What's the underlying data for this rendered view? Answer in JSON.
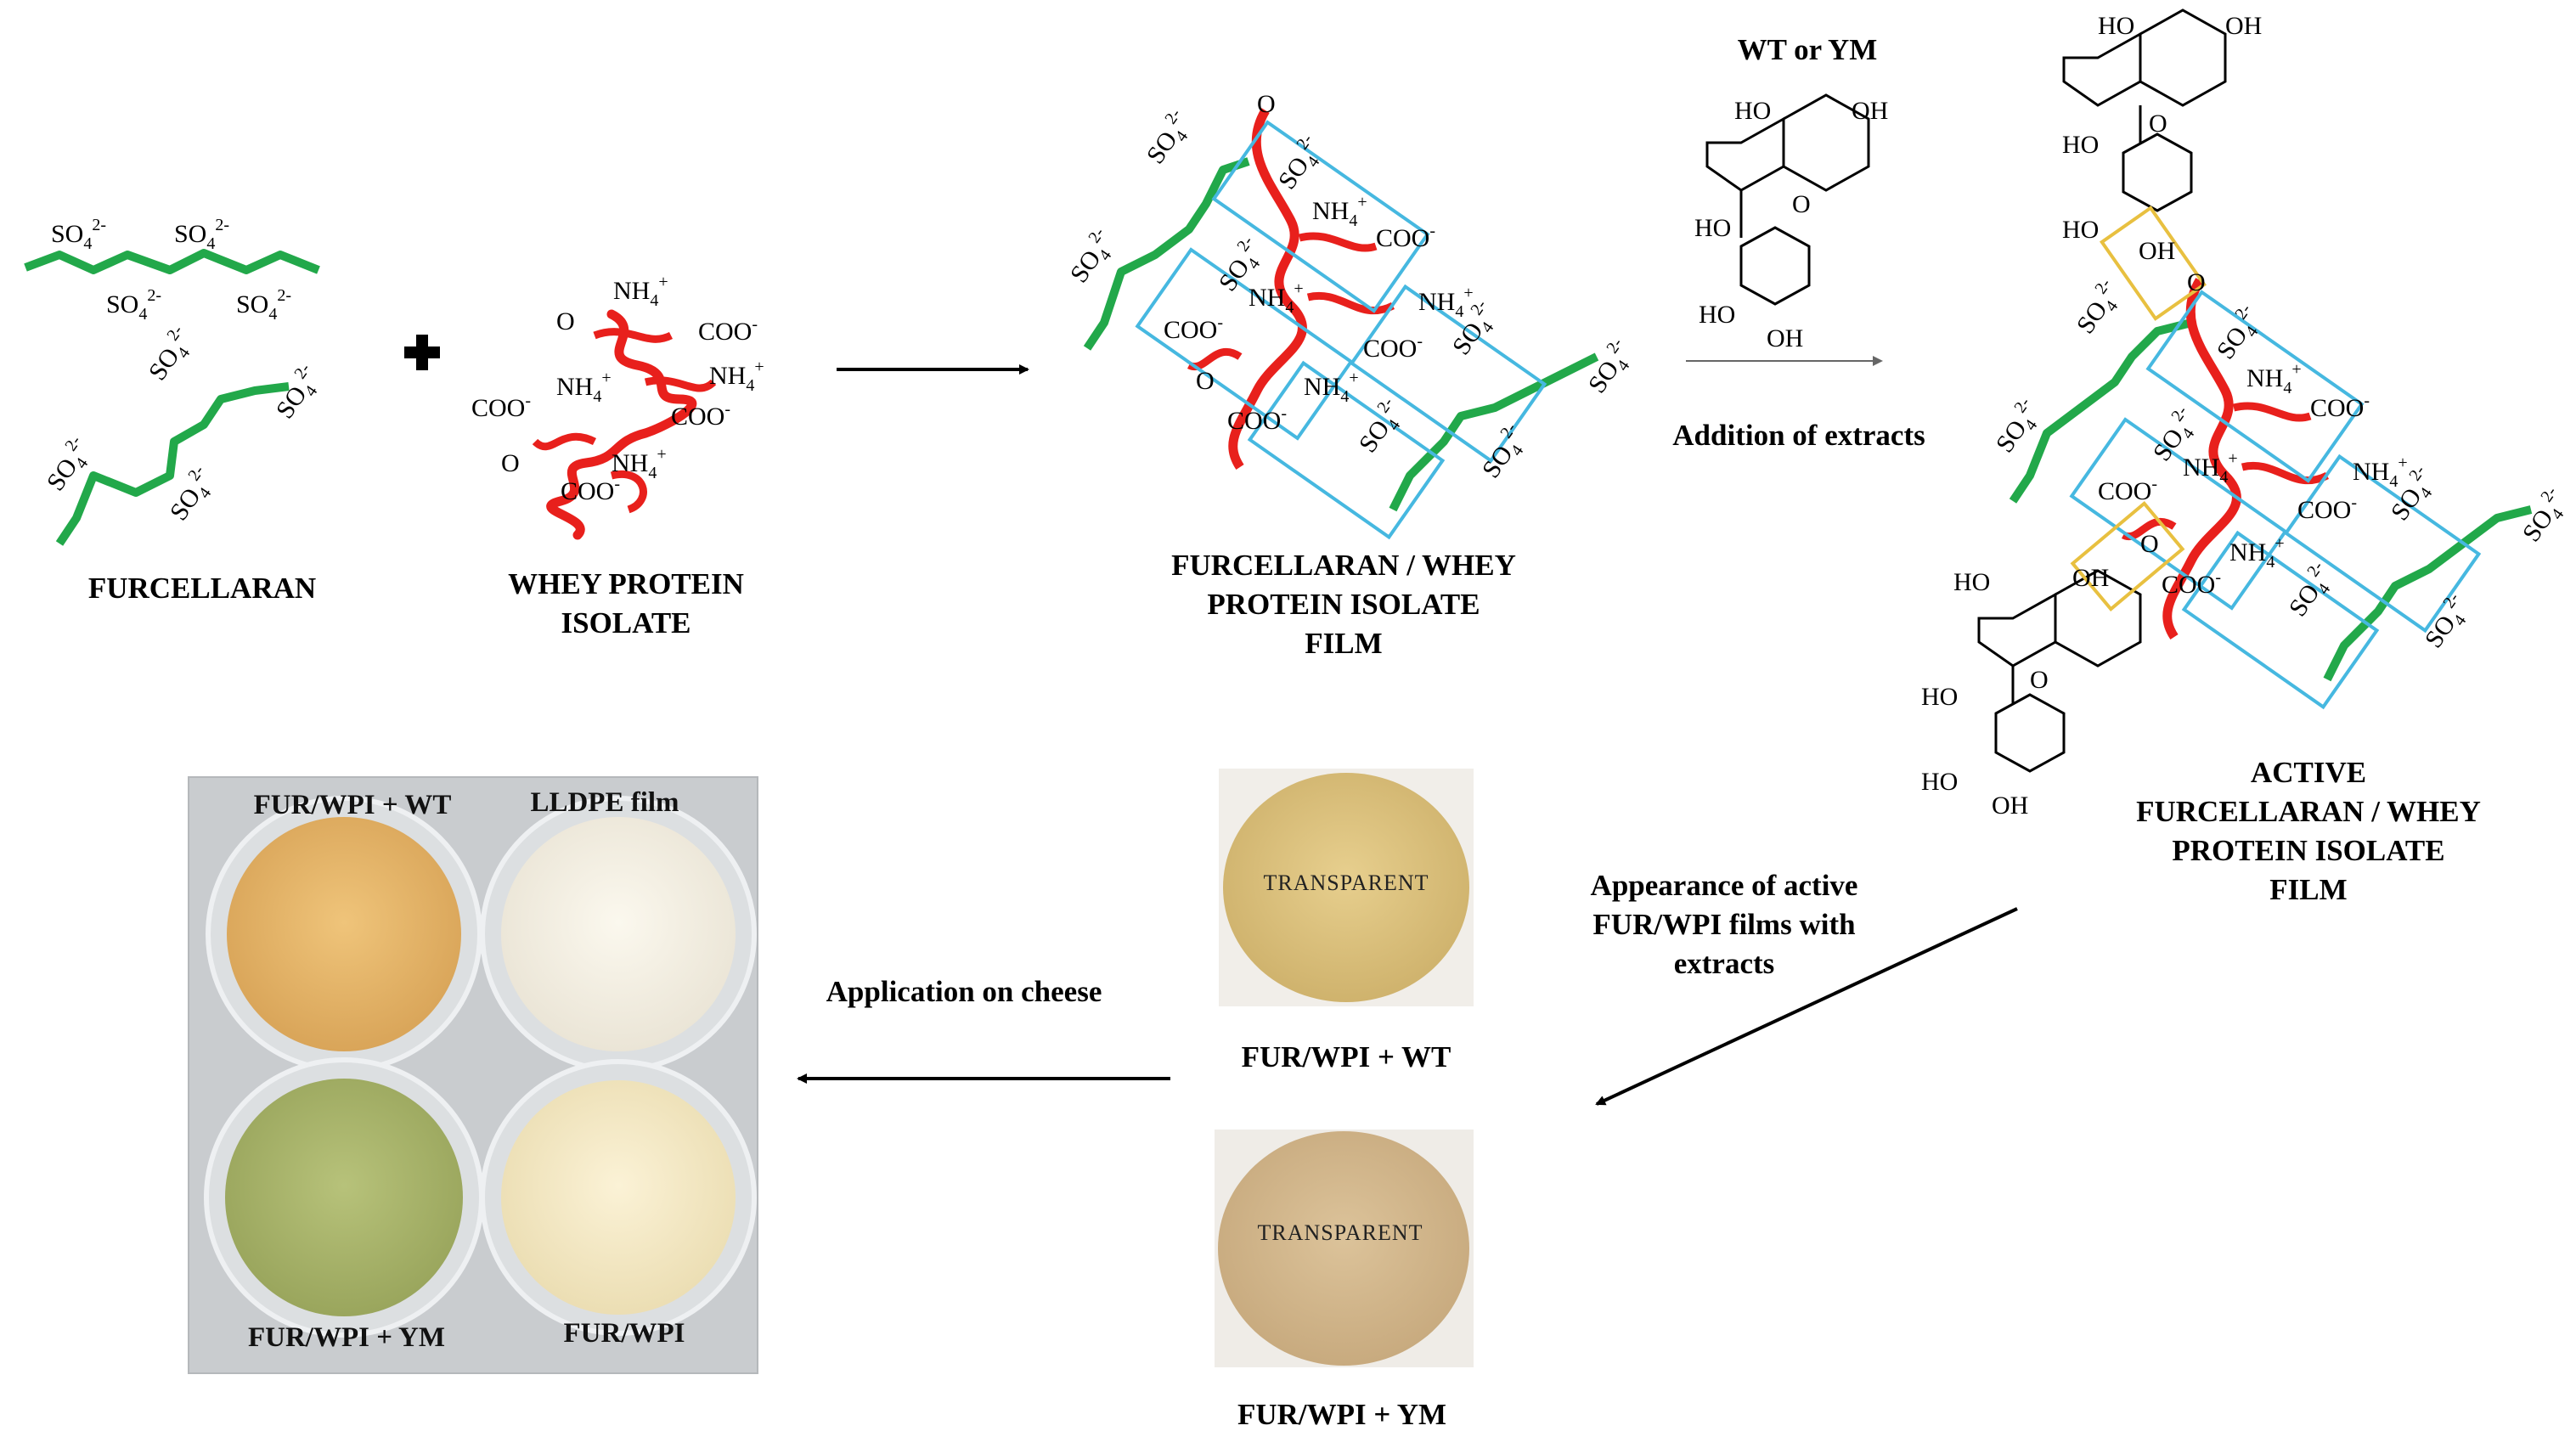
{
  "labels": {
    "furcellaran": "FURCELLARAN",
    "wpi_line1": "WHEY PROTEIN",
    "wpi_line2": "ISOLATE",
    "film_line1": "FURCELLARAN / WHEY",
    "film_line2": "PROTEIN ISOLATE",
    "film_line3": "FILM",
    "wt_or_ym": "WT or YM",
    "addition": "Addition of extracts",
    "active_line1": "ACTIVE",
    "active_line2": "FURCELLARAN / WHEY",
    "active_line3": "PROTEIN ISOLATE",
    "active_line4": "FILM",
    "appearance_line1": "Appearance of active",
    "appearance_line2": "FUR/WPI films with",
    "appearance_line3": "extracts",
    "application": "Application on cheese",
    "film_wt": "FUR/WPI + WT",
    "film_ym": "FUR/WPI + YM"
  },
  "film_photos": {
    "wt_text": "TRANSPARENT",
    "ym_text": "TRANSPARENT"
  },
  "cheese_photo": {
    "tl": "FUR/WPI + WT",
    "tr": "LLDPE film",
    "bl": "FUR/WPI + YM",
    "br": "FUR/WPI"
  },
  "chem": {
    "so4": "SO",
    "nh4": "NH",
    "coo": "COO",
    "o": "O",
    "ho": "HO",
    "oh": "OH"
  },
  "colors": {
    "furcellaran": "#22a84a",
    "protein": "#e8201c",
    "box_blue": "#46b8e0",
    "box_yellow": "#e8c040"
  }
}
